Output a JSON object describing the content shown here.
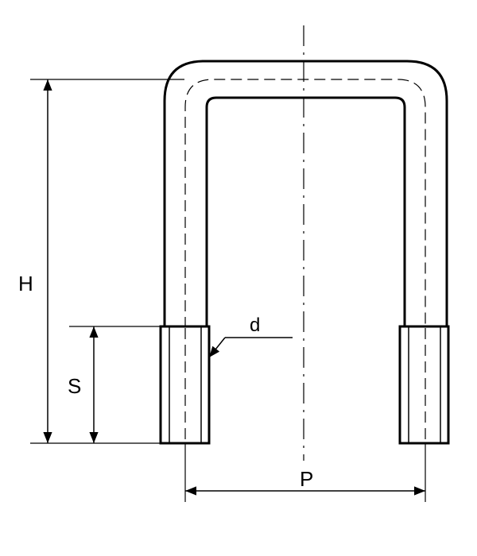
{
  "diagram": {
    "labels": {
      "height": "H",
      "thread_length": "S",
      "diameter": "d",
      "pitch": "P"
    },
    "colors": {
      "stroke": "#000000",
      "background": "#ffffff"
    }
  }
}
